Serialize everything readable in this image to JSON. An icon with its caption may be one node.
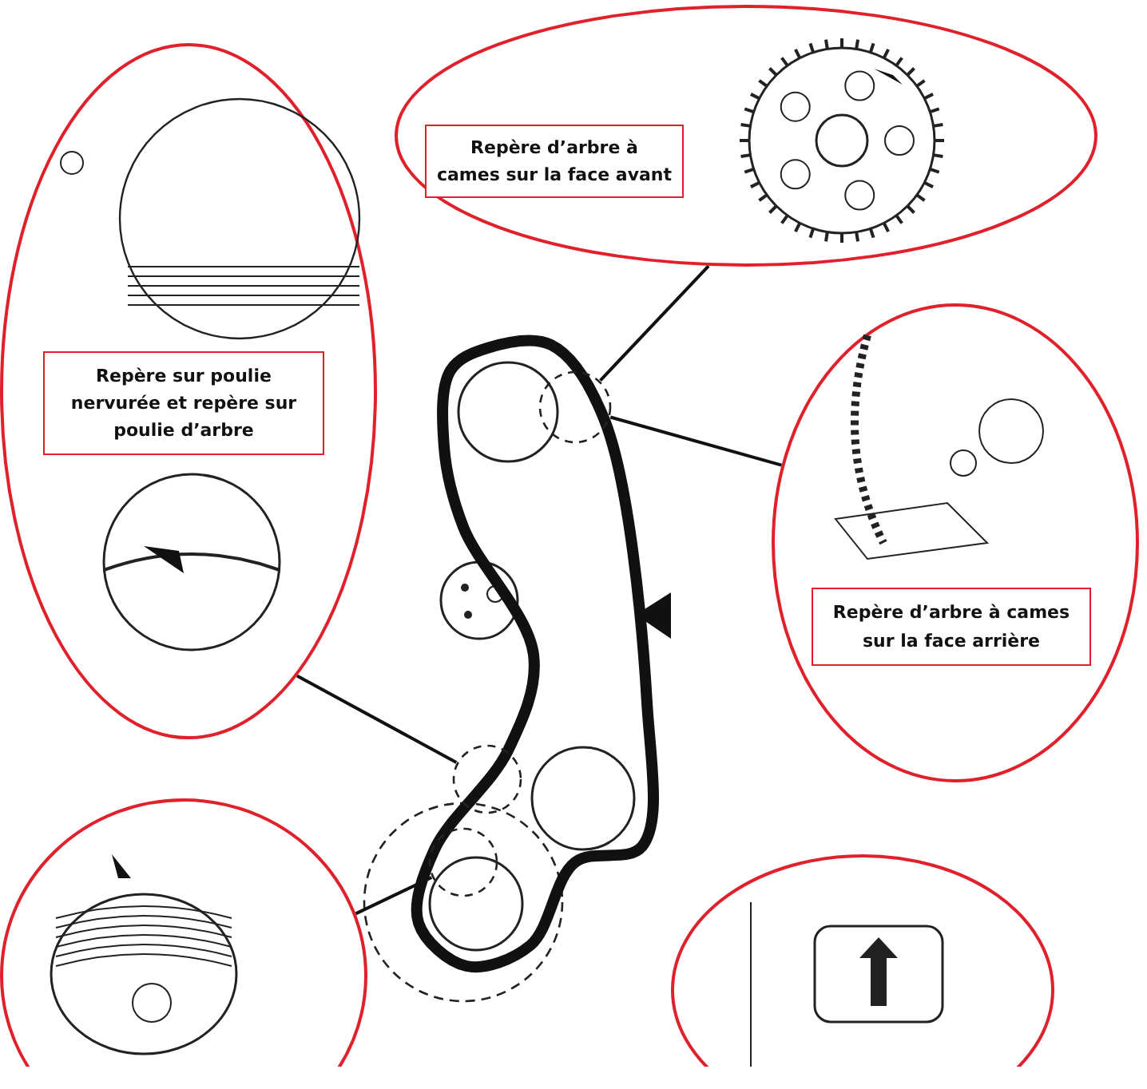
{
  "diagram": {
    "nodes": [
      {
        "text": [],
        "shape": "picture"
      },
      {
        "text": [
          "Repère sur poulie nervurée et repère sur poulie d’arbre"
        ],
        "in": 0
      },
      {
        "text": [],
        "shape": "picture"
      },
      {
        "text": [
          "Repère d’arbre à cames sur la face avant"
        ],
        "in": 2
      },
      {
        "text": [],
        "shape": "picture"
      },
      {
        "text": [
          "Repère d’arbre à cames sur la face arrière"
        ],
        "in": 4
      },
      {
        "text": [],
        "shape": "picture"
      },
      {
        "text": [],
        "shape": "picture"
      },
      {
        "text": [],
        "shape": "circle"
      },
      {
        "text": [],
        "shape": "circle"
      },
      {
        "text": [],
        "shape": "circle"
      }
    ],
    "edges": [
      {
        "from": 8,
        "to": 2,
        "arrow": "none"
      },
      {
        "from": 8,
        "to": 4,
        "arrow": "none"
      },
      {
        "from": 9,
        "to": 0,
        "arrow": "none"
      },
      {
        "from": 10,
        "to": 6,
        "arrow": "none"
      }
    ]
  }
}
